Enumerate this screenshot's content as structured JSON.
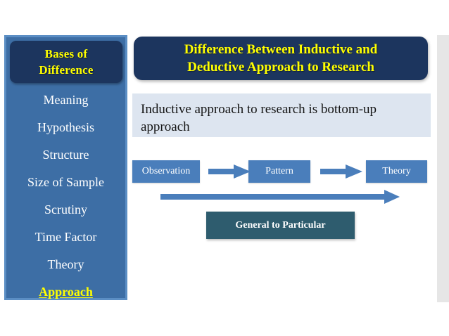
{
  "slide": {
    "background_color": "#ffffff",
    "accent_navy": "#1c355e",
    "accent_blue": "#4a7ebb",
    "accent_yellow": "#ffff00",
    "accent_teal": "#2e5c6e",
    "subtitle_band_color": "#dde5f0"
  },
  "sidebar": {
    "header": {
      "line1": "Bases of",
      "line2": "Difference"
    },
    "items": [
      {
        "label": "Meaning",
        "highlighted": false
      },
      {
        "label": "Hypothesis",
        "highlighted": false
      },
      {
        "label": "Structure",
        "highlighted": false
      },
      {
        "label": "Size of Sample",
        "highlighted": false
      },
      {
        "label": "Scrutiny",
        "highlighted": false
      },
      {
        "label": "Time Factor",
        "highlighted": false
      },
      {
        "label": "Theory",
        "highlighted": false
      },
      {
        "label": "Approach",
        "highlighted": true
      }
    ]
  },
  "main": {
    "title": {
      "line1": "Difference Between Inductive and",
      "line2": "Deductive Approach to Research"
    },
    "subtitle": "Inductive approach to research is bottom-up approach",
    "flow": {
      "steps": [
        {
          "label": "Observation"
        },
        {
          "label": "Pattern"
        },
        {
          "label": "Theory"
        }
      ],
      "direction_arrow": "right-arrow-icon",
      "caption": "General to Particular"
    }
  }
}
